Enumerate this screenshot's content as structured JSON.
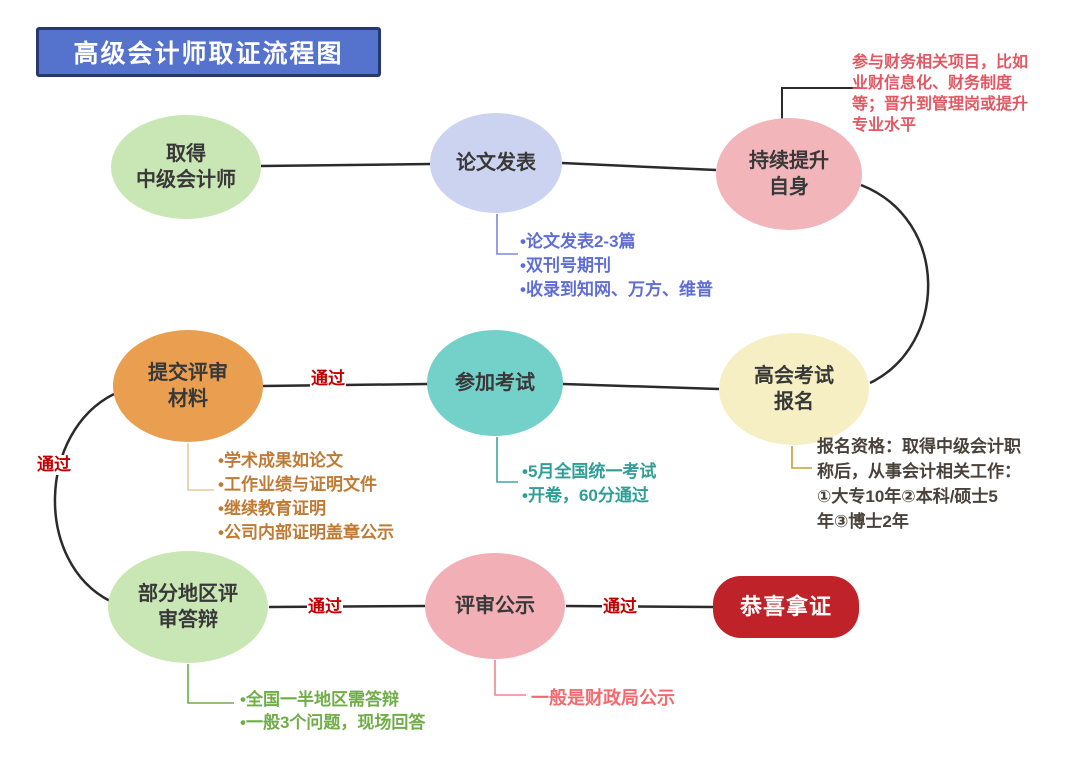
{
  "title": "高级会计师取证流程图",
  "nodes": {
    "obtain_intermediate": "取得\n中级会计师",
    "paper": "论文发表",
    "improve": "持续提升\n自身",
    "materials": "提交评审\n材料",
    "exam": "参加考试",
    "register": "高会考试\n报名",
    "defense": "部分地区评\n审答辩",
    "publicity": "评审公示",
    "certificate": "恭喜拿证"
  },
  "labels": {
    "pass": "通过"
  },
  "notes": {
    "improve": {
      "lines": [
        "参与财务相关项目，比如",
        "业财信息化、财务制度",
        "等；晋升到管理岗或提升",
        "专业水平"
      ]
    },
    "paper": {
      "lines": [
        "•论文发表2-3篇",
        "•双刊号期刊",
        "•收录到知网、万方、维普"
      ]
    },
    "materials": {
      "lines": [
        "•学术成果如论文",
        "•工作业绩与证明文件",
        "•继续教育证明",
        "•公司内部证明盖章公示"
      ]
    },
    "exam": {
      "lines": [
        "•5月全国统一考试",
        "•开卷，60分通过"
      ]
    },
    "register": {
      "lines": [
        "报名资格：取得中级会计职",
        "称后，从事会计相关工作：",
        "①大专10年②本科/硕士5",
        "年③博士2年"
      ]
    },
    "defense": {
      "lines": [
        "•全国一半地区需答辩",
        "•一般3个问题，现场回答"
      ]
    },
    "publicity": {
      "lines": [
        "一般是财政局公示"
      ]
    }
  },
  "colors": {
    "title_bg": "#5572cd",
    "green_node": "#c9e7b4",
    "lavender_node": "#ccd3f0",
    "pink_node": "#f1b5ba",
    "orange_node": "#ea9e4f",
    "teal_node": "#74d1ca",
    "cream_node": "#f6efc3",
    "publicity_node": "#f2b0b6",
    "certificate_bg": "#bf2329",
    "pass_red": "#c00000"
  }
}
